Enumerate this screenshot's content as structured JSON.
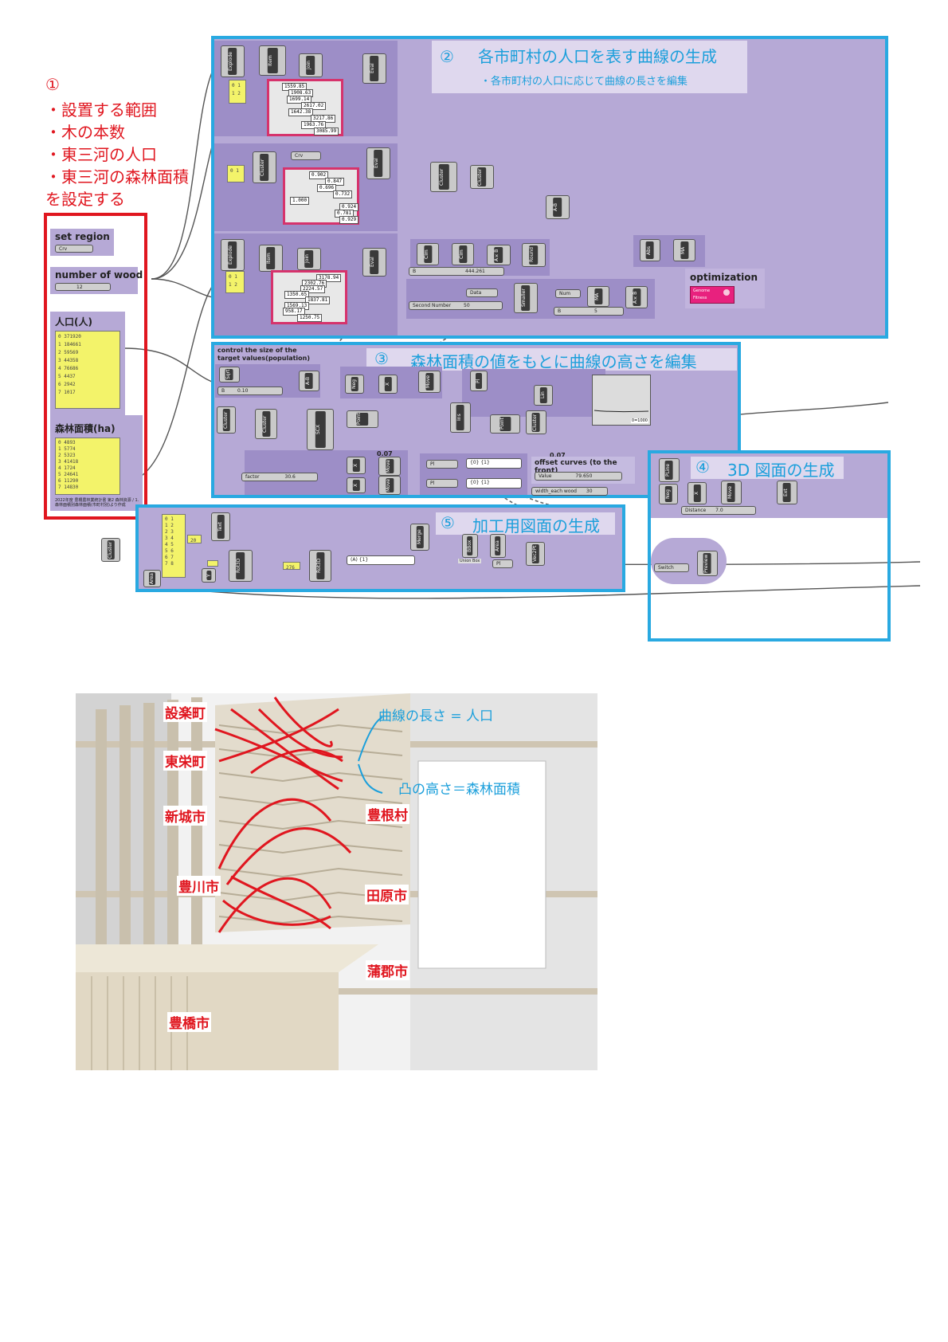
{
  "section1": {
    "number": "①",
    "lines": [
      "・設置する範囲",
      "・木の本数",
      "・東三河の人口",
      "・東三河の森林面積",
      "を設定する"
    ]
  },
  "params": {
    "set_region": "set region",
    "number_of_wood": "number of wood",
    "number_of_wood_value": "12",
    "population": "人口(人)",
    "population_values": [
      "0 371920",
      "1 184661",
      "2 59569",
      "3 44358",
      "4 76686",
      "5 4437",
      "6 2942",
      "7 1017"
    ],
    "forest": "森林面積(ha)",
    "forest_values": [
      "0 4893",
      "1 5774",
      "2 5323",
      "3 41418",
      "4 1724",
      "5 24641",
      "6 11290",
      "7 14830"
    ],
    "source": "2022年度 豊橋農林業統計書 第2 森林資源 / 1.森林面積別森林面積(市町村別)より作成"
  },
  "section2": {
    "number": "②",
    "title": "各市町村の人口を表す曲線の生成",
    "subtitle": "・各市町村の人口に応じて曲線の長さを編集",
    "list1": [
      "1559.85",
      "1908.63",
      "1699.14",
      "2617.02",
      "1642.38",
      "3217.86",
      "1963.76",
      "3085.99"
    ],
    "list2": [
      "0.902",
      "0.847",
      "0.696",
      "0.732",
      "1.000",
      "0.924",
      "0.781",
      "0.929"
    ],
    "list3": [
      "3178.94",
      "2302.76",
      "2224.57",
      "1350.65",
      "1837.81",
      "1569.13",
      "958.17",
      "1250.75"
    ],
    "slider_b": "444.261",
    "second_number": "Second Number",
    "second_number_value": "50",
    "data_label": "Data",
    "num_label": "Num",
    "b_value": "5",
    "optimization": "optimization",
    "galapagos_genome": "Genome",
    "galapagos_fitness": "Fitness"
  },
  "section3": {
    "number": "③",
    "title": "森林面積の値をもとに曲線の高さを編集",
    "note": "control the size of the target values(population)",
    "slider_b": "0.10",
    "factor_label": "factor",
    "factor_value": "30.6",
    "value_007a": "0.07",
    "value_007b": "0.07",
    "offset_title": "offset curves (to the front)",
    "offset_value_label": "Value",
    "offset_value": "79.650",
    "width_label": "width_each wood",
    "width_value": "30",
    "graph_value": "0=1000",
    "text_a": "{0} {1}",
    "text_b": "{0} {1}"
  },
  "section4": {
    "number": "④",
    "title": "3D 図面の生成",
    "distance_label": "Distance",
    "distance_value": "7.0",
    "switch_label": "Switch"
  },
  "section5": {
    "number": "⑤",
    "title": "加工用図面の生成",
    "panel_values": [
      "0 1",
      "1 2",
      "2 3",
      "3 4",
      "4 5",
      "5 6",
      "6 7",
      "7 8"
    ],
    "text_small": "(A) {1}",
    "value_20": "20",
    "value_276": "276",
    "union_box": "Union Box"
  },
  "rendering": {
    "cities_left": [
      "設楽町",
      "東栄町",
      "新城市",
      "豊川市",
      "豊橋市"
    ],
    "cities_right": [
      "豊根村",
      "田原市",
      "蒲郡市"
    ],
    "annotation_length": "曲線の長さ = 人口",
    "annotation_height": "凸の高さ＝森林面積"
  },
  "colors": {
    "accent_blue": "#29a9e1",
    "accent_red": "#e0161f",
    "group_purple": "#b6a9d6",
    "panel_yellow": "#f3f36a",
    "galapagos_pink": "#e8217e"
  }
}
